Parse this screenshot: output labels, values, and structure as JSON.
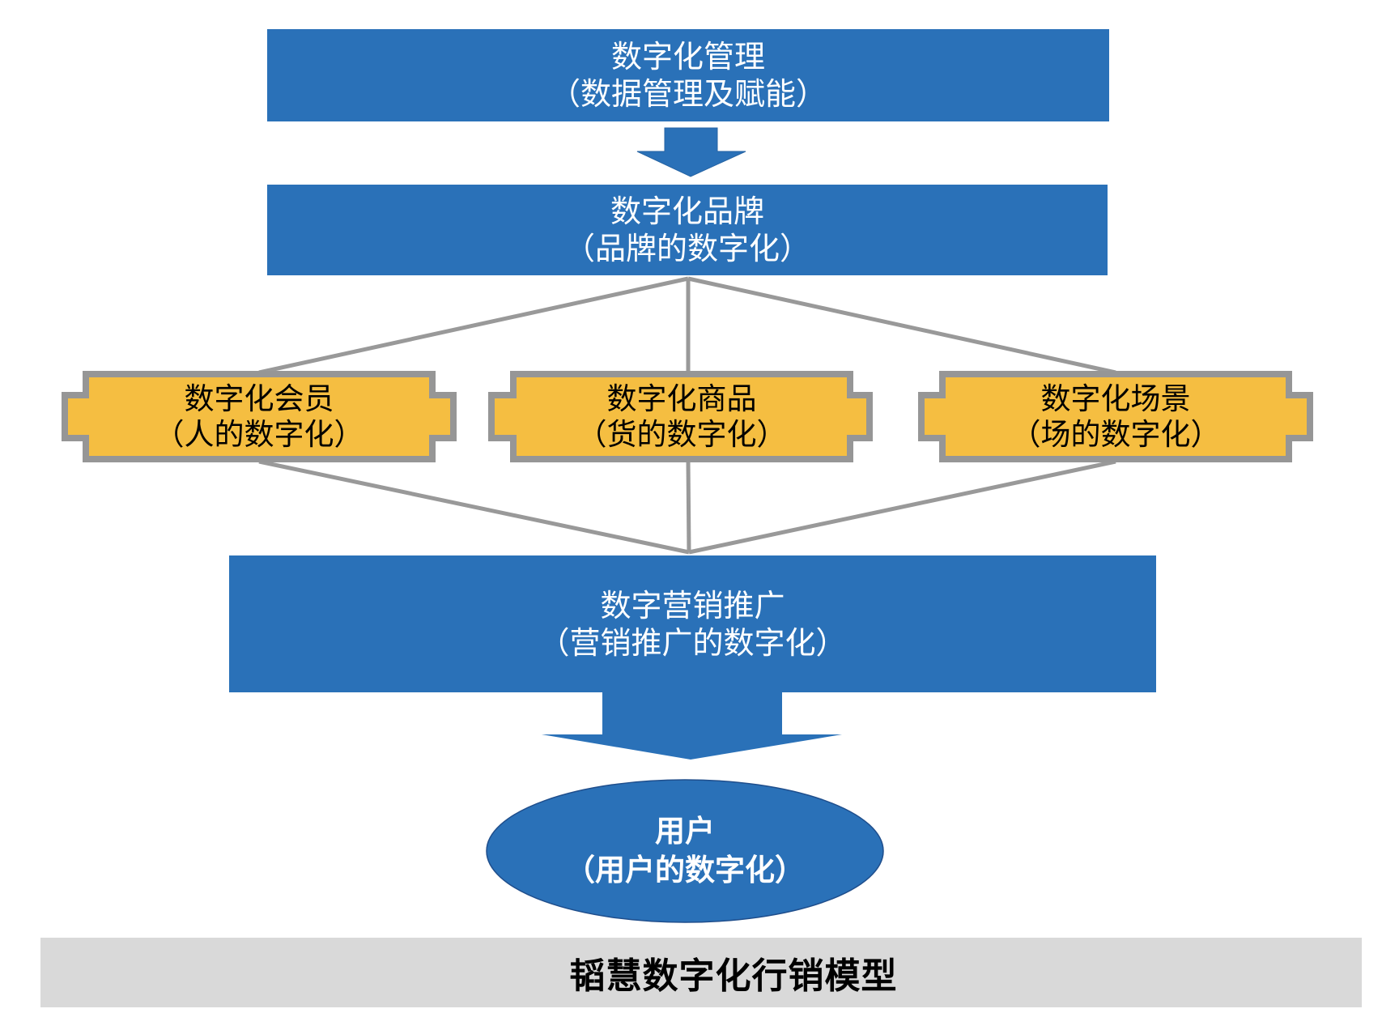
{
  "colors": {
    "blue_fill": "#2A71B8",
    "ellipse_outline": "#1F4E8C",
    "yellow_fill": "#F5BE41",
    "gray_border": "#969696",
    "connector": "#999999",
    "caption_bg": "#D9D9D9"
  },
  "nodes": {
    "management": {
      "title": "数字化管理",
      "subtitle": "（数据管理及赋能）"
    },
    "brand": {
      "title": "数字化品牌",
      "subtitle": "（品牌的数字化）"
    },
    "pillars": [
      {
        "title": "数字化会员",
        "subtitle": "（人的数字化）"
      },
      {
        "title": "数字化商品",
        "subtitle": "（货的数字化）"
      },
      {
        "title": "数字化场景",
        "subtitle": "（场的数字化）"
      }
    ],
    "marketing": {
      "title": "数字营销推广",
      "subtitle": "（营销推广的数字化）"
    },
    "user": {
      "title": "用户",
      "subtitle": "（用户的数字化）"
    }
  },
  "caption": "韬慧数字化行销模型"
}
